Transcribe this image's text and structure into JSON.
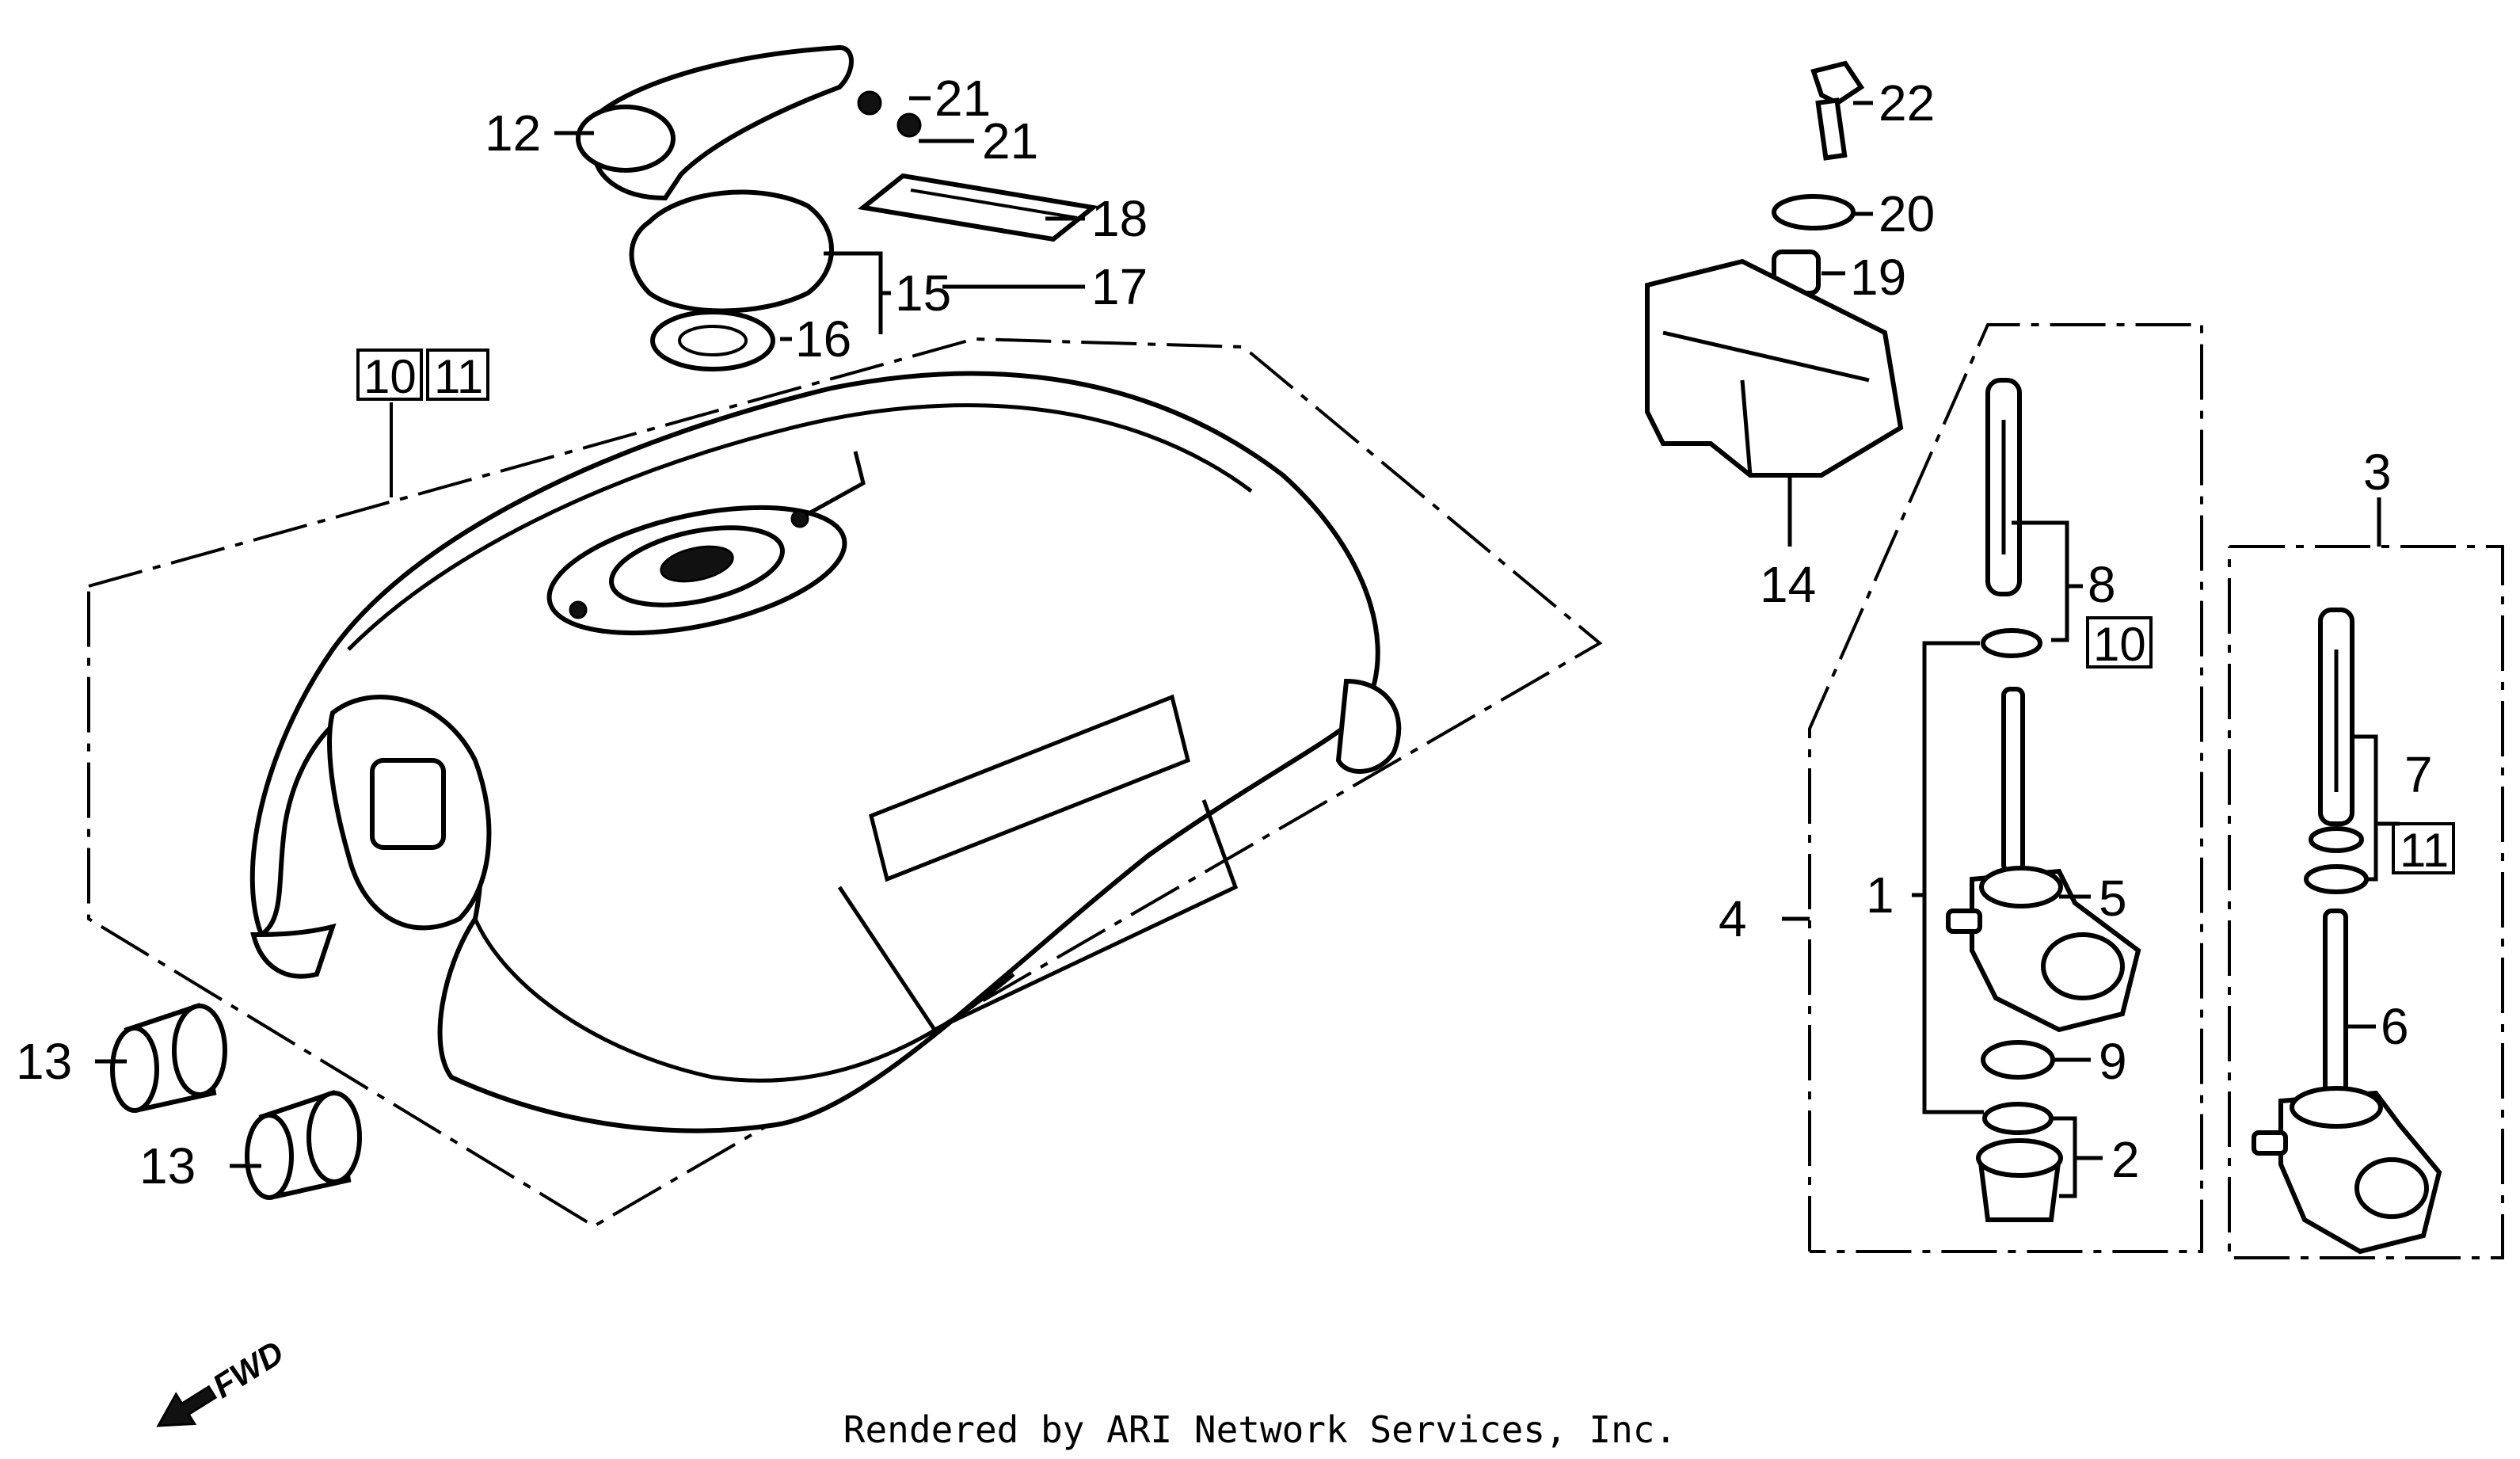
{
  "callouts": {
    "c1": "1",
    "c2": "2",
    "c3": "3",
    "c4": "4",
    "c5": "5",
    "c6": "6",
    "c7": "7",
    "c8": "8",
    "c9": "9",
    "c12": "12",
    "c13a": "13",
    "c13b": "13",
    "c14": "14",
    "c15": "15",
    "c16": "16",
    "c17": "17",
    "c18": "18",
    "c19": "19",
    "c20": "20",
    "c21a": "21",
    "c21b": "21",
    "c22": "22"
  },
  "boxed": {
    "b10_main": "10",
    "b11_main": "11",
    "b10_strainer": "10",
    "b11_cock": "11"
  },
  "fwd_label": "FWD",
  "credit": "Rendered by ARI Network Services, Inc."
}
